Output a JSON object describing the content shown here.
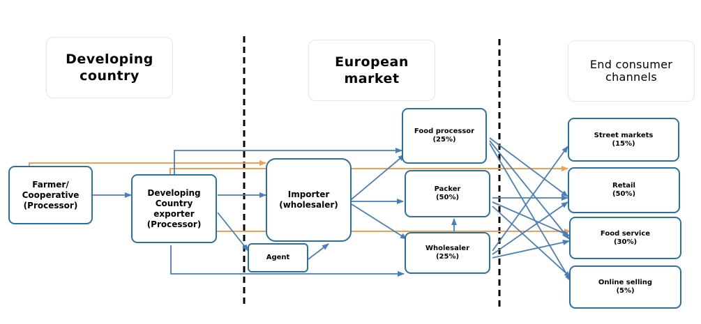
{
  "headers": {
    "developing": "Developing\ncountry",
    "european": "European\nmarket",
    "end_consumer": "End consumer\nchannels"
  },
  "nodes": {
    "farmer": "Farmer/\nCooperative\n(Processor)",
    "exporter": "Developing\nCountry\nexporter\n(Processor)",
    "importer": "Importer\n(wholesaler)",
    "agent": "Agent",
    "food_processor": "Food processor\n(25%)",
    "packer": "Packer\n(50%)",
    "wholesaler": "Wholesaler\n(25%)",
    "street_markets": "Street markets\n(15%)",
    "retail": "Retail\n(50%)",
    "food_service": "Food service\n(30%)",
    "online_selling": "Online selling\n(5%)"
  },
  "colors": {
    "box_border": "#2a70a4",
    "blue_arrow": "#4a7ebb",
    "orange_arrow": "#f0a050",
    "header_border": "#e6e6dc",
    "divider": "#000000"
  }
}
